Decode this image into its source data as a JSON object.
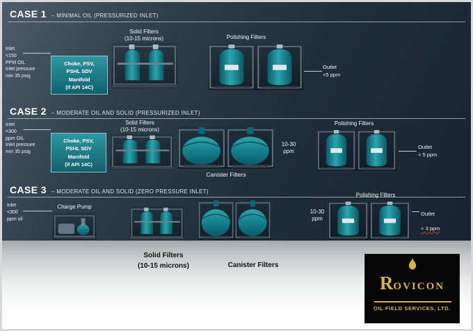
{
  "case1": {
    "title": "CASE 1",
    "subtitle": "– MINIMAL OIL (PRESSURIZED INLET)",
    "inlet": "Inlet\n<150\nPPM OIL\nInlet pressure\nmin 35 psig",
    "manifold": "Choke, PSV,\nPSHL SDV\nManifold\n(if API 14C)",
    "solid_filters_label": "Solid Filters\n(10-15 microns)",
    "polishing_label": "Polishing Filters",
    "outlet": "Outlet\n<5 ppm"
  },
  "case2": {
    "title": "CASE 2",
    "subtitle": "– MODERATE OIL AND SOLID (PRESSURIZED INLET)",
    "inlet": "Inlet\n<300\nppm OIL\nInlet pressure\nmin 35 psig",
    "manifold": "Choke, PSV,\nPSHL SDV\nManifold\n(if API 14C)",
    "solid_filters_label": "Solid Filters\n(10-15 microns)",
    "canister_label": "Canister Filters",
    "mid_ppm": "10-30\nppm",
    "polishing_label": "Polishing Filters",
    "outlet": "Outlet\n< 5 ppm"
  },
  "case3": {
    "title": "CASE 3",
    "subtitle": "– MODERATE OIL AND SOLID (ZERO PRESSURE INLET)",
    "inlet": "Inlet\n<300\nppm oil",
    "charge_pump_label": "Charge Pump",
    "mid_ppm": "10-30\nppm",
    "polishing_label": "Polishing Filters",
    "outlet_line1": "Outlet",
    "outlet_line2": "< 3 ppm"
  },
  "footer": {
    "solid_filters_label": "Solid Filters\n(10-15 microns)",
    "canister_filters_label": "Canister Filters"
  },
  "logo": {
    "initial": "R",
    "rest": "OVICON",
    "tagline": "OIL FIELD SERVICES, LTD."
  },
  "colors": {
    "vessel_teal": "#15808d",
    "logo_gold": "#d9b24a",
    "slide_background": "#22323f"
  }
}
